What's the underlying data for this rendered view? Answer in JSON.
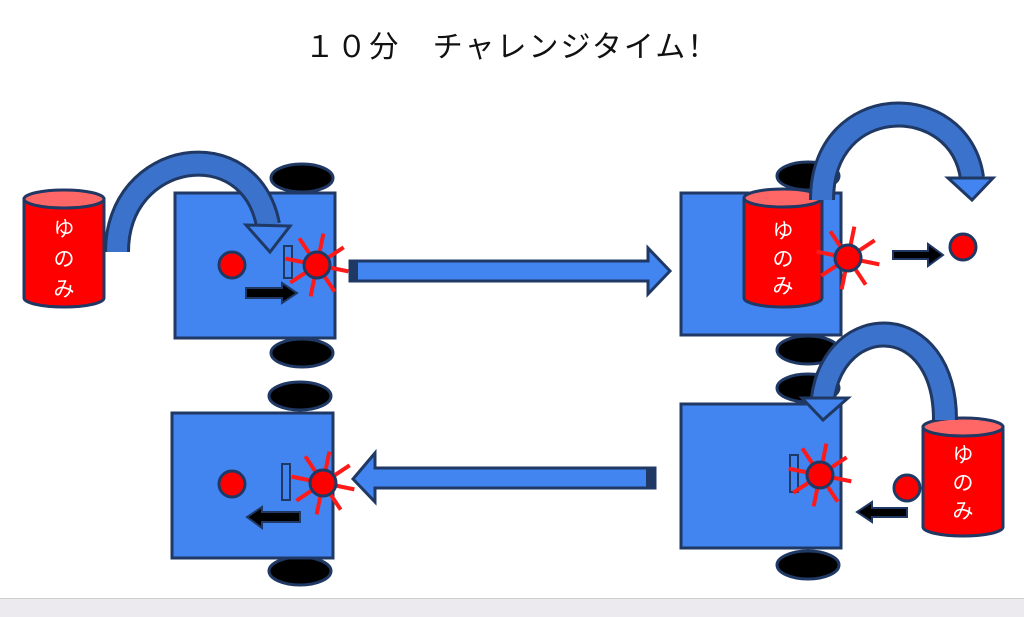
{
  "slide": {
    "title": "１０分　チャレンジタイム！",
    "can_label": [
      "ゆ",
      "の",
      "み"
    ]
  },
  "colors": {
    "robot_body": "#4285f0",
    "outline": "#1f3864",
    "ball": "#ff0000",
    "arrow": "#3b72cc",
    "can_top": "#ff6666"
  }
}
